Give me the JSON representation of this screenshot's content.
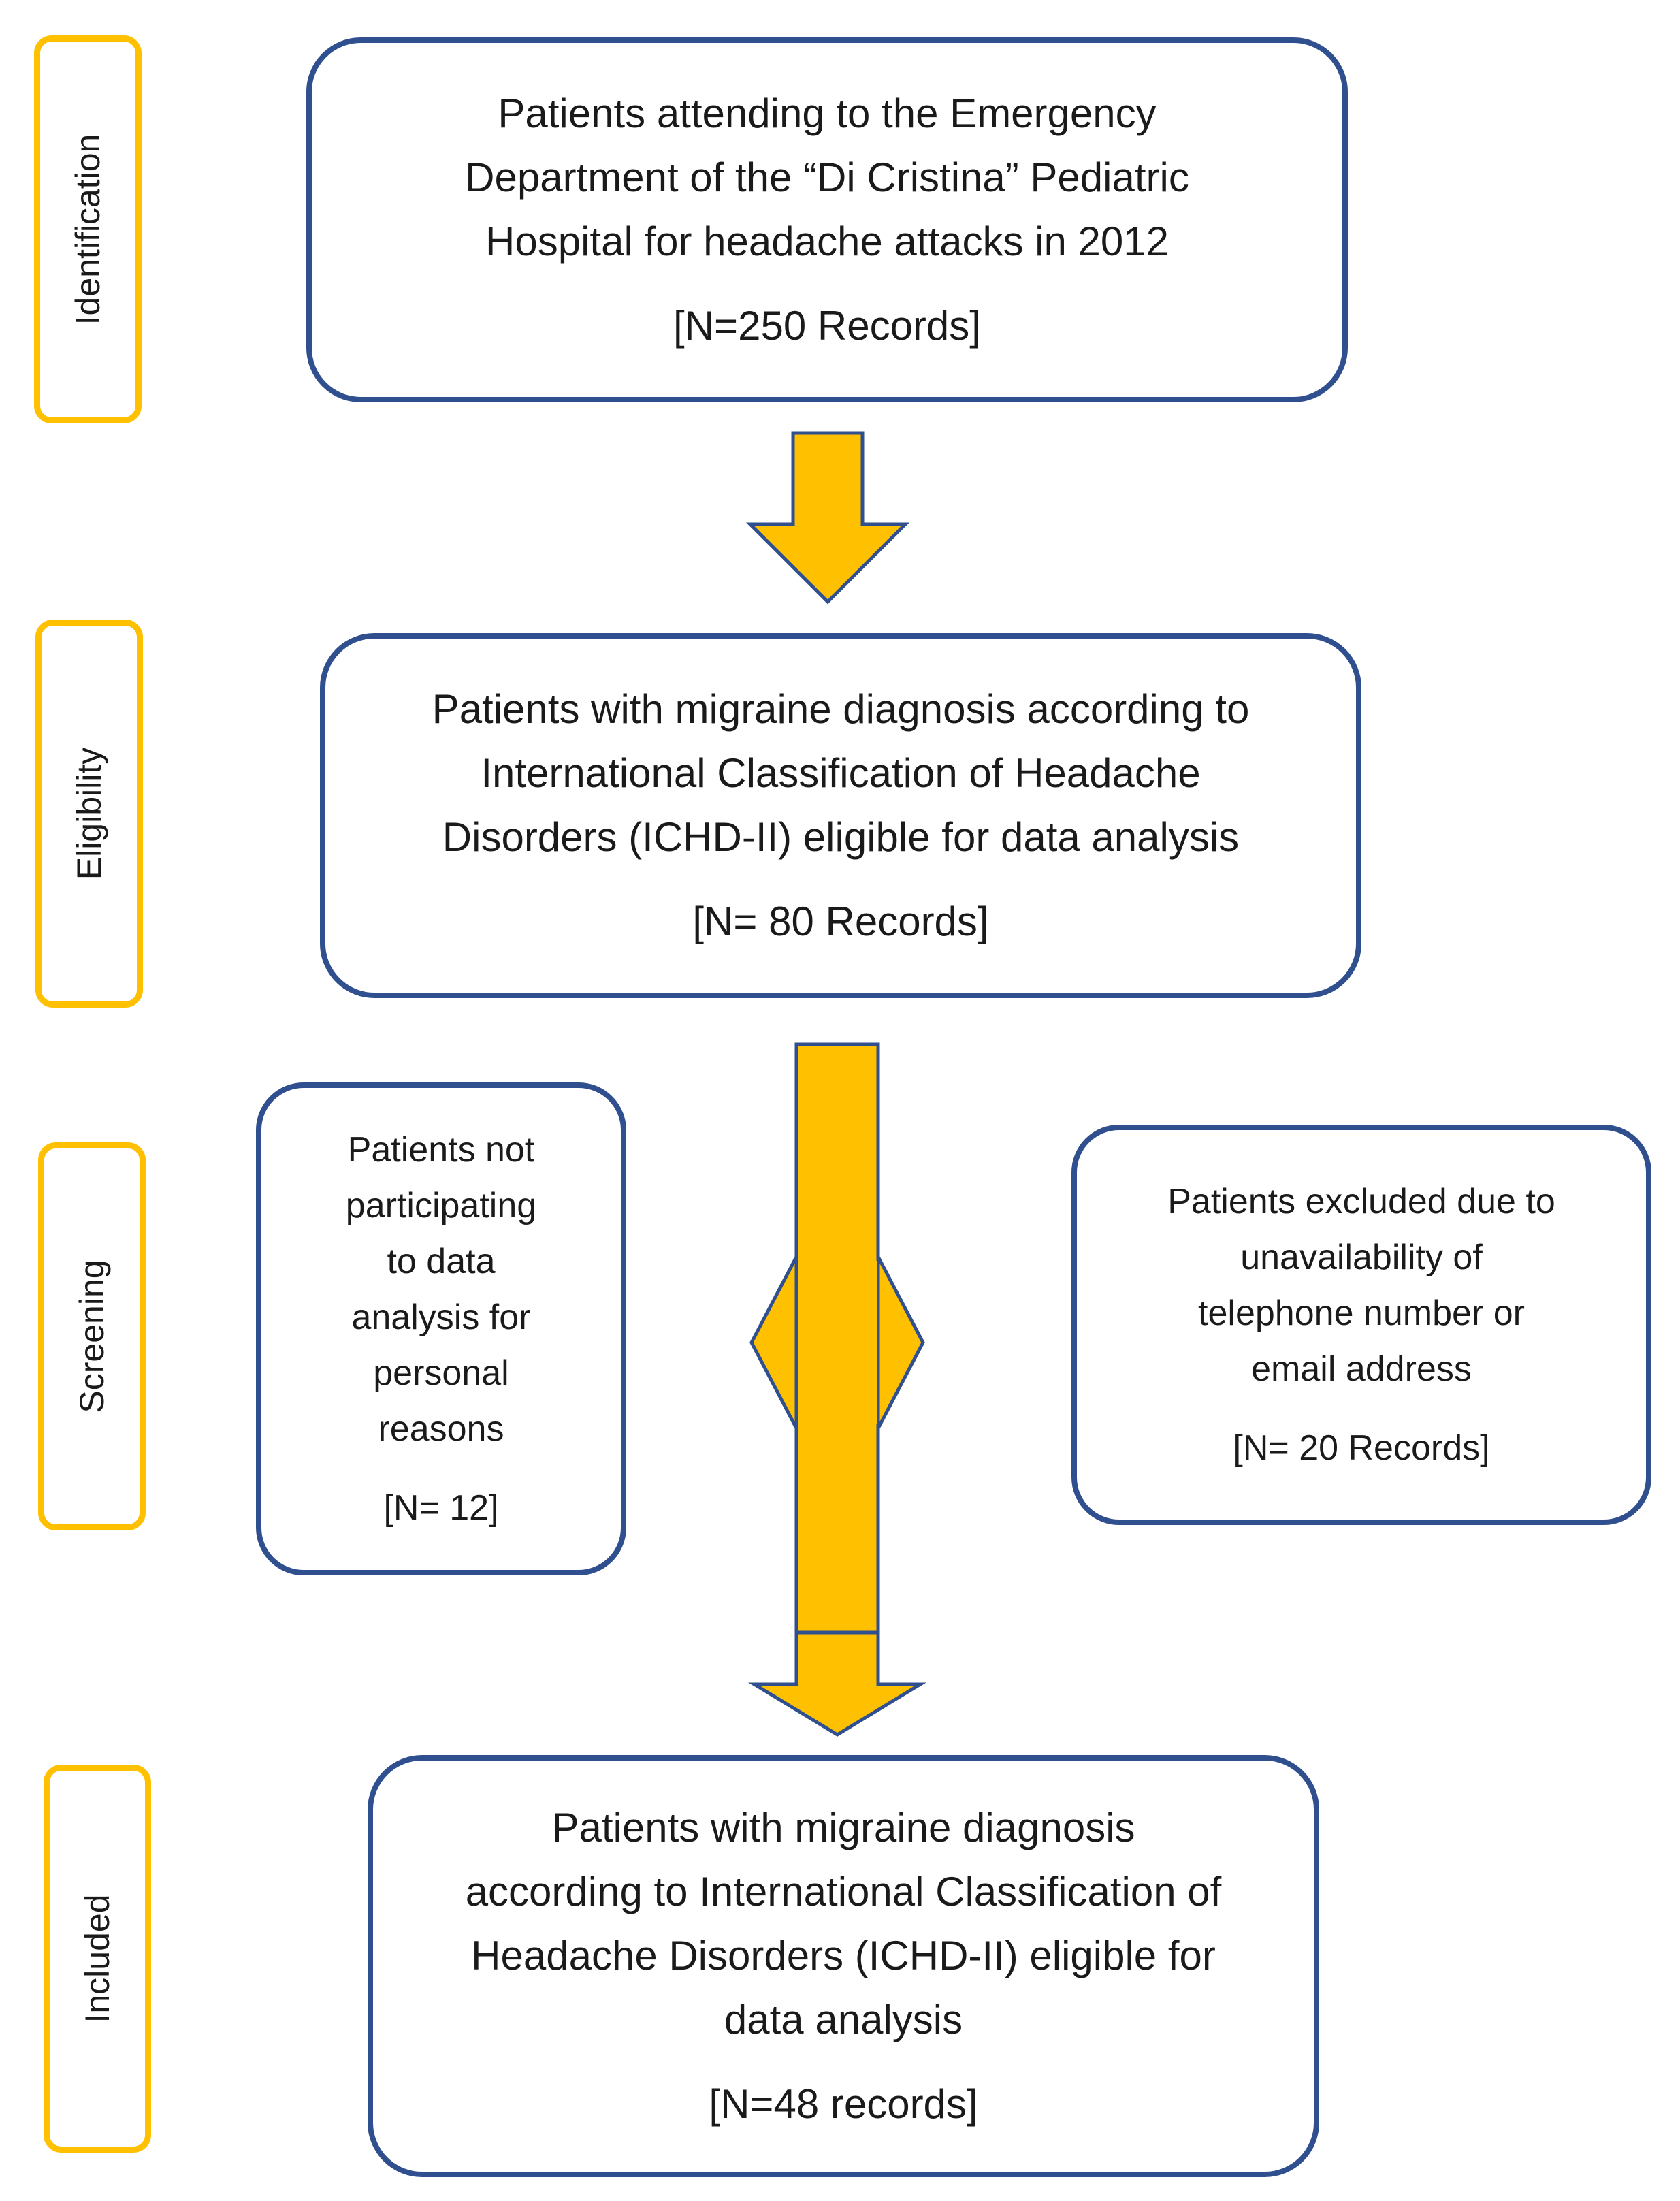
{
  "stages": {
    "identification": "Identification",
    "eligibility": "Eligibility",
    "screening": "Screening",
    "included": "Included"
  },
  "boxes": {
    "identification": {
      "lines": [
        "Patients attending to the Emergency",
        "Department of the “Di Cristina” Pediatric",
        "Hospital for headache attacks in 2012"
      ],
      "count": "[N=250 Records]"
    },
    "eligibility": {
      "lines": [
        "Patients with migraine diagnosis  according to",
        "International Classification of Headache",
        "Disorders (ICHD-II) eligible for data analysis"
      ],
      "count": "[N= 80 Records]"
    },
    "excluded_personal": {
      "lines": [
        "Patients not",
        "participating",
        "to data",
        "analysis  for",
        "personal",
        "reasons"
      ],
      "count": "[N= 12]"
    },
    "excluded_contact": {
      "lines": [
        "Patients excluded due to",
        "unavailability of",
        "telephone number or",
        "email address"
      ],
      "count": "[N= 20 Records]"
    },
    "included": {
      "lines": [
        "Patients with migraine diagnosis",
        "according to International Classification of",
        "Headache Disorders (ICHD-II) eligible for",
        "data analysis"
      ],
      "count": "[N=48 records]"
    }
  },
  "colors": {
    "arrow_fill": "#ffc000",
    "arrow_stroke": "#2f4f8f",
    "box_border": "#2f4f8f",
    "stage_border": "#ffc000"
  }
}
